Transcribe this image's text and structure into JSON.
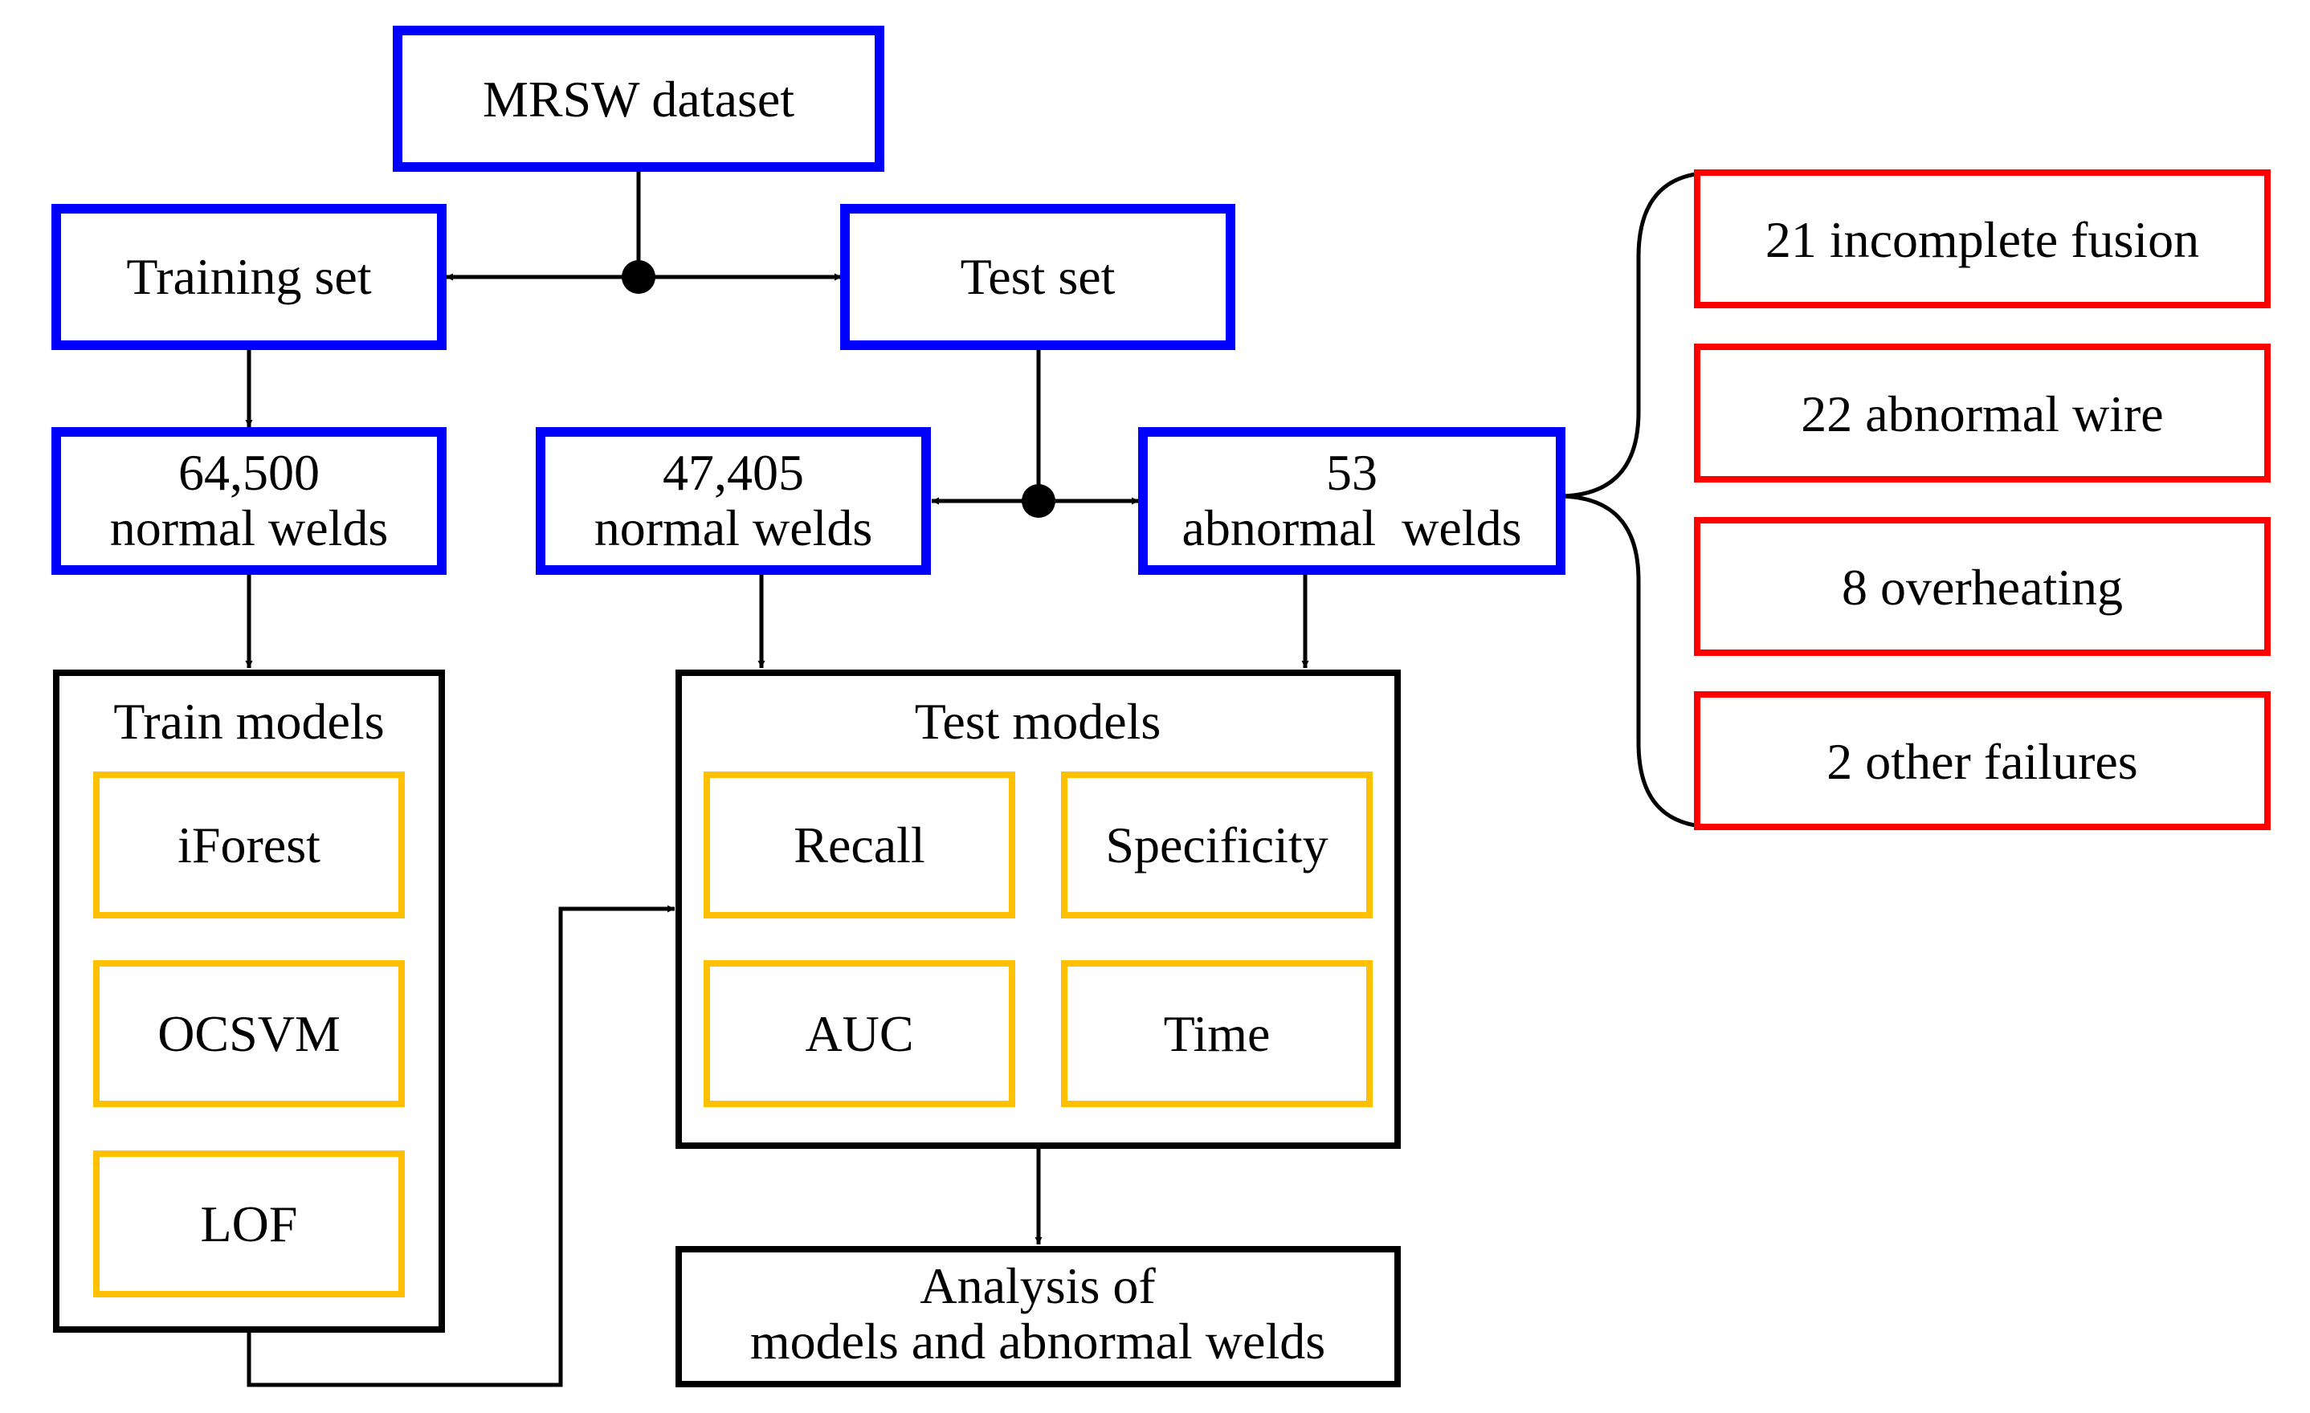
{
  "colors": {
    "blue": "#0000ff",
    "red": "#ff0000",
    "yellow": "#ffc000",
    "black": "#000000"
  },
  "nodes": {
    "dataset": "MRSW dataset",
    "training_set": "Training set",
    "test_set": "Test set",
    "train_normal": [
      "64,500",
      "normal welds"
    ],
    "test_normal": [
      "47,405",
      "normal welds"
    ],
    "test_abnormal": [
      "53",
      "abnormal  welds"
    ],
    "train_models": {
      "title": "Train models",
      "items": [
        "iForest",
        "OCSVM",
        "LOF"
      ]
    },
    "test_models": {
      "title": "Test models",
      "items": [
        "Recall",
        "Specificity",
        "AUC",
        "Time"
      ]
    },
    "analysis": [
      "Analysis of",
      "models and abnormal welds"
    ],
    "abnormal_types": [
      "21 incomplete fusion",
      "22 abnormal wire",
      "8 overheating",
      "2 other failures"
    ]
  }
}
